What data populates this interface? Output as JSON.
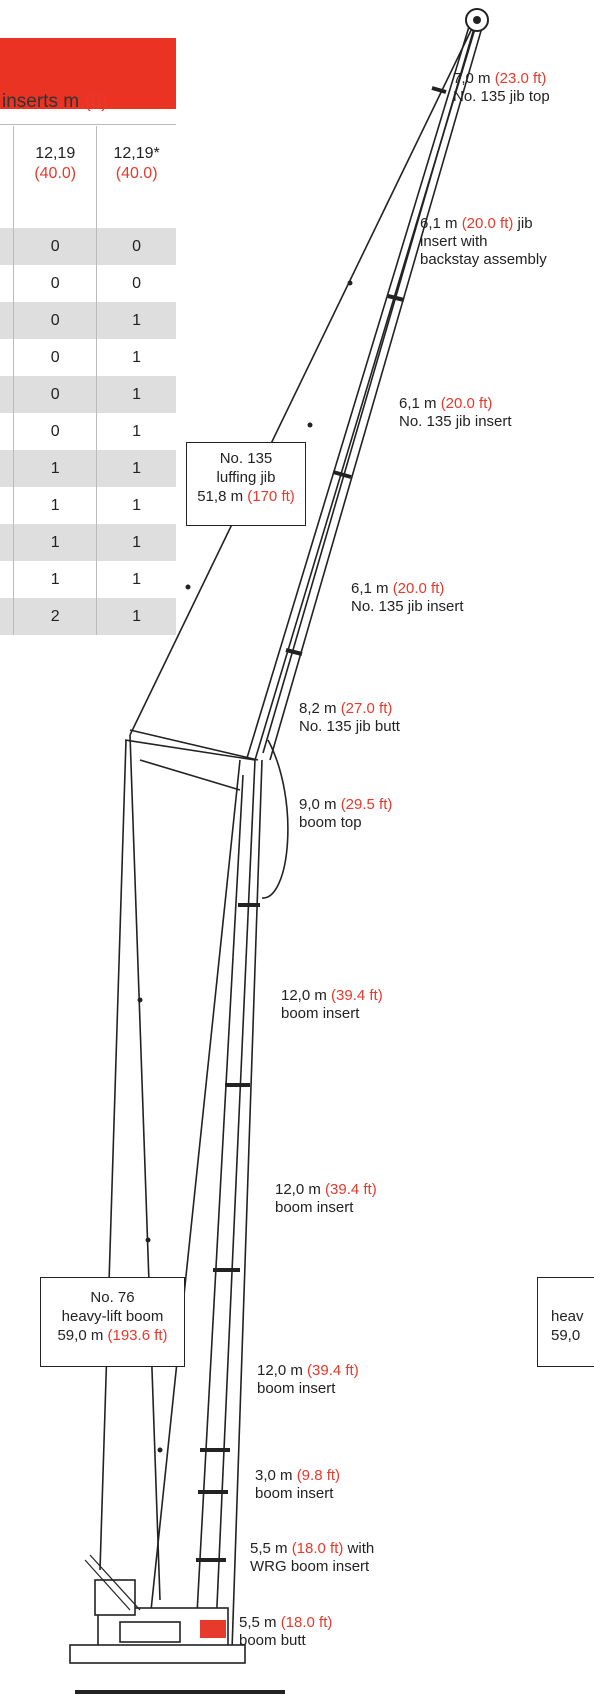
{
  "table": {
    "title_partial": "inserts m",
    "title_unit": "(ft)",
    "columns": [
      {
        "m": "12,19",
        "ft": "(40.0)"
      },
      {
        "m": "12,19*",
        "ft": "(40.0)"
      }
    ],
    "rows": [
      [
        "0",
        "0"
      ],
      [
        "0",
        "0"
      ],
      [
        "0",
        "1"
      ],
      [
        "0",
        "1"
      ],
      [
        "0",
        "1"
      ],
      [
        "0",
        "1"
      ],
      [
        "1",
        "1"
      ],
      [
        "1",
        "1"
      ],
      [
        "1",
        "1"
      ],
      [
        "1",
        "1"
      ],
      [
        "2",
        "1"
      ]
    ]
  },
  "labels": {
    "jib_top": {
      "metric": "7,0 m",
      "imperial": "(23.0 ft)",
      "name": "No. 135 jib top"
    },
    "jib_insert_backstay": {
      "metric": "6,1 m",
      "imperial": "(20.0 ft)",
      "suffix": "jib",
      "line2": "insert with",
      "line3": "backstay assembly"
    },
    "jib_insert_1": {
      "metric": "6,1 m",
      "imperial": "(20.0 ft)",
      "name": "No. 135 jib insert"
    },
    "jib_insert_2": {
      "metric": "6,1 m",
      "imperial": "(20.0 ft)",
      "name": "No. 135 jib insert"
    },
    "jib_butt": {
      "metric": "8,2 m",
      "imperial": "(27.0 ft)",
      "name": "No. 135 jib butt"
    },
    "boom_top": {
      "metric": "9,0 m",
      "imperial": "(29.5 ft)",
      "name": "boom top"
    },
    "boom_insert_1": {
      "metric": "12,0 m",
      "imperial": "(39.4 ft)",
      "name": "boom insert"
    },
    "boom_insert_2": {
      "metric": "12,0 m",
      "imperial": "(39.4 ft)",
      "name": "boom insert"
    },
    "boom_insert_3": {
      "metric": "12,0 m",
      "imperial": "(39.4 ft)",
      "name": "boom insert"
    },
    "boom_insert_4": {
      "metric": "3,0 m",
      "imperial": "(9.8 ft)",
      "name": "boom insert"
    },
    "wrg_insert": {
      "metric": "5,5 m",
      "imperial": "(18.0 ft)",
      "suffix": "with",
      "name": "WRG boom insert"
    },
    "boom_butt": {
      "metric": "5,5 m",
      "imperial": "(18.0 ft)",
      "name": "boom butt"
    }
  },
  "boxes": {
    "luffing_jib": {
      "line1": "No. 135",
      "line2": "luffing jib",
      "metric": "51,8 m",
      "imperial": "(170 ft)"
    },
    "heavy_lift_boom": {
      "line1": "No. 76",
      "line2": "heavy-lift boom",
      "metric": "59,0 m",
      "imperial": "(193.6 ft)"
    },
    "heavy_lift_boom_right": {
      "line1": "heav",
      "metric": "59,0"
    }
  },
  "colors": {
    "accent_red": "#ea3323",
    "row_shade": "#dedede"
  }
}
